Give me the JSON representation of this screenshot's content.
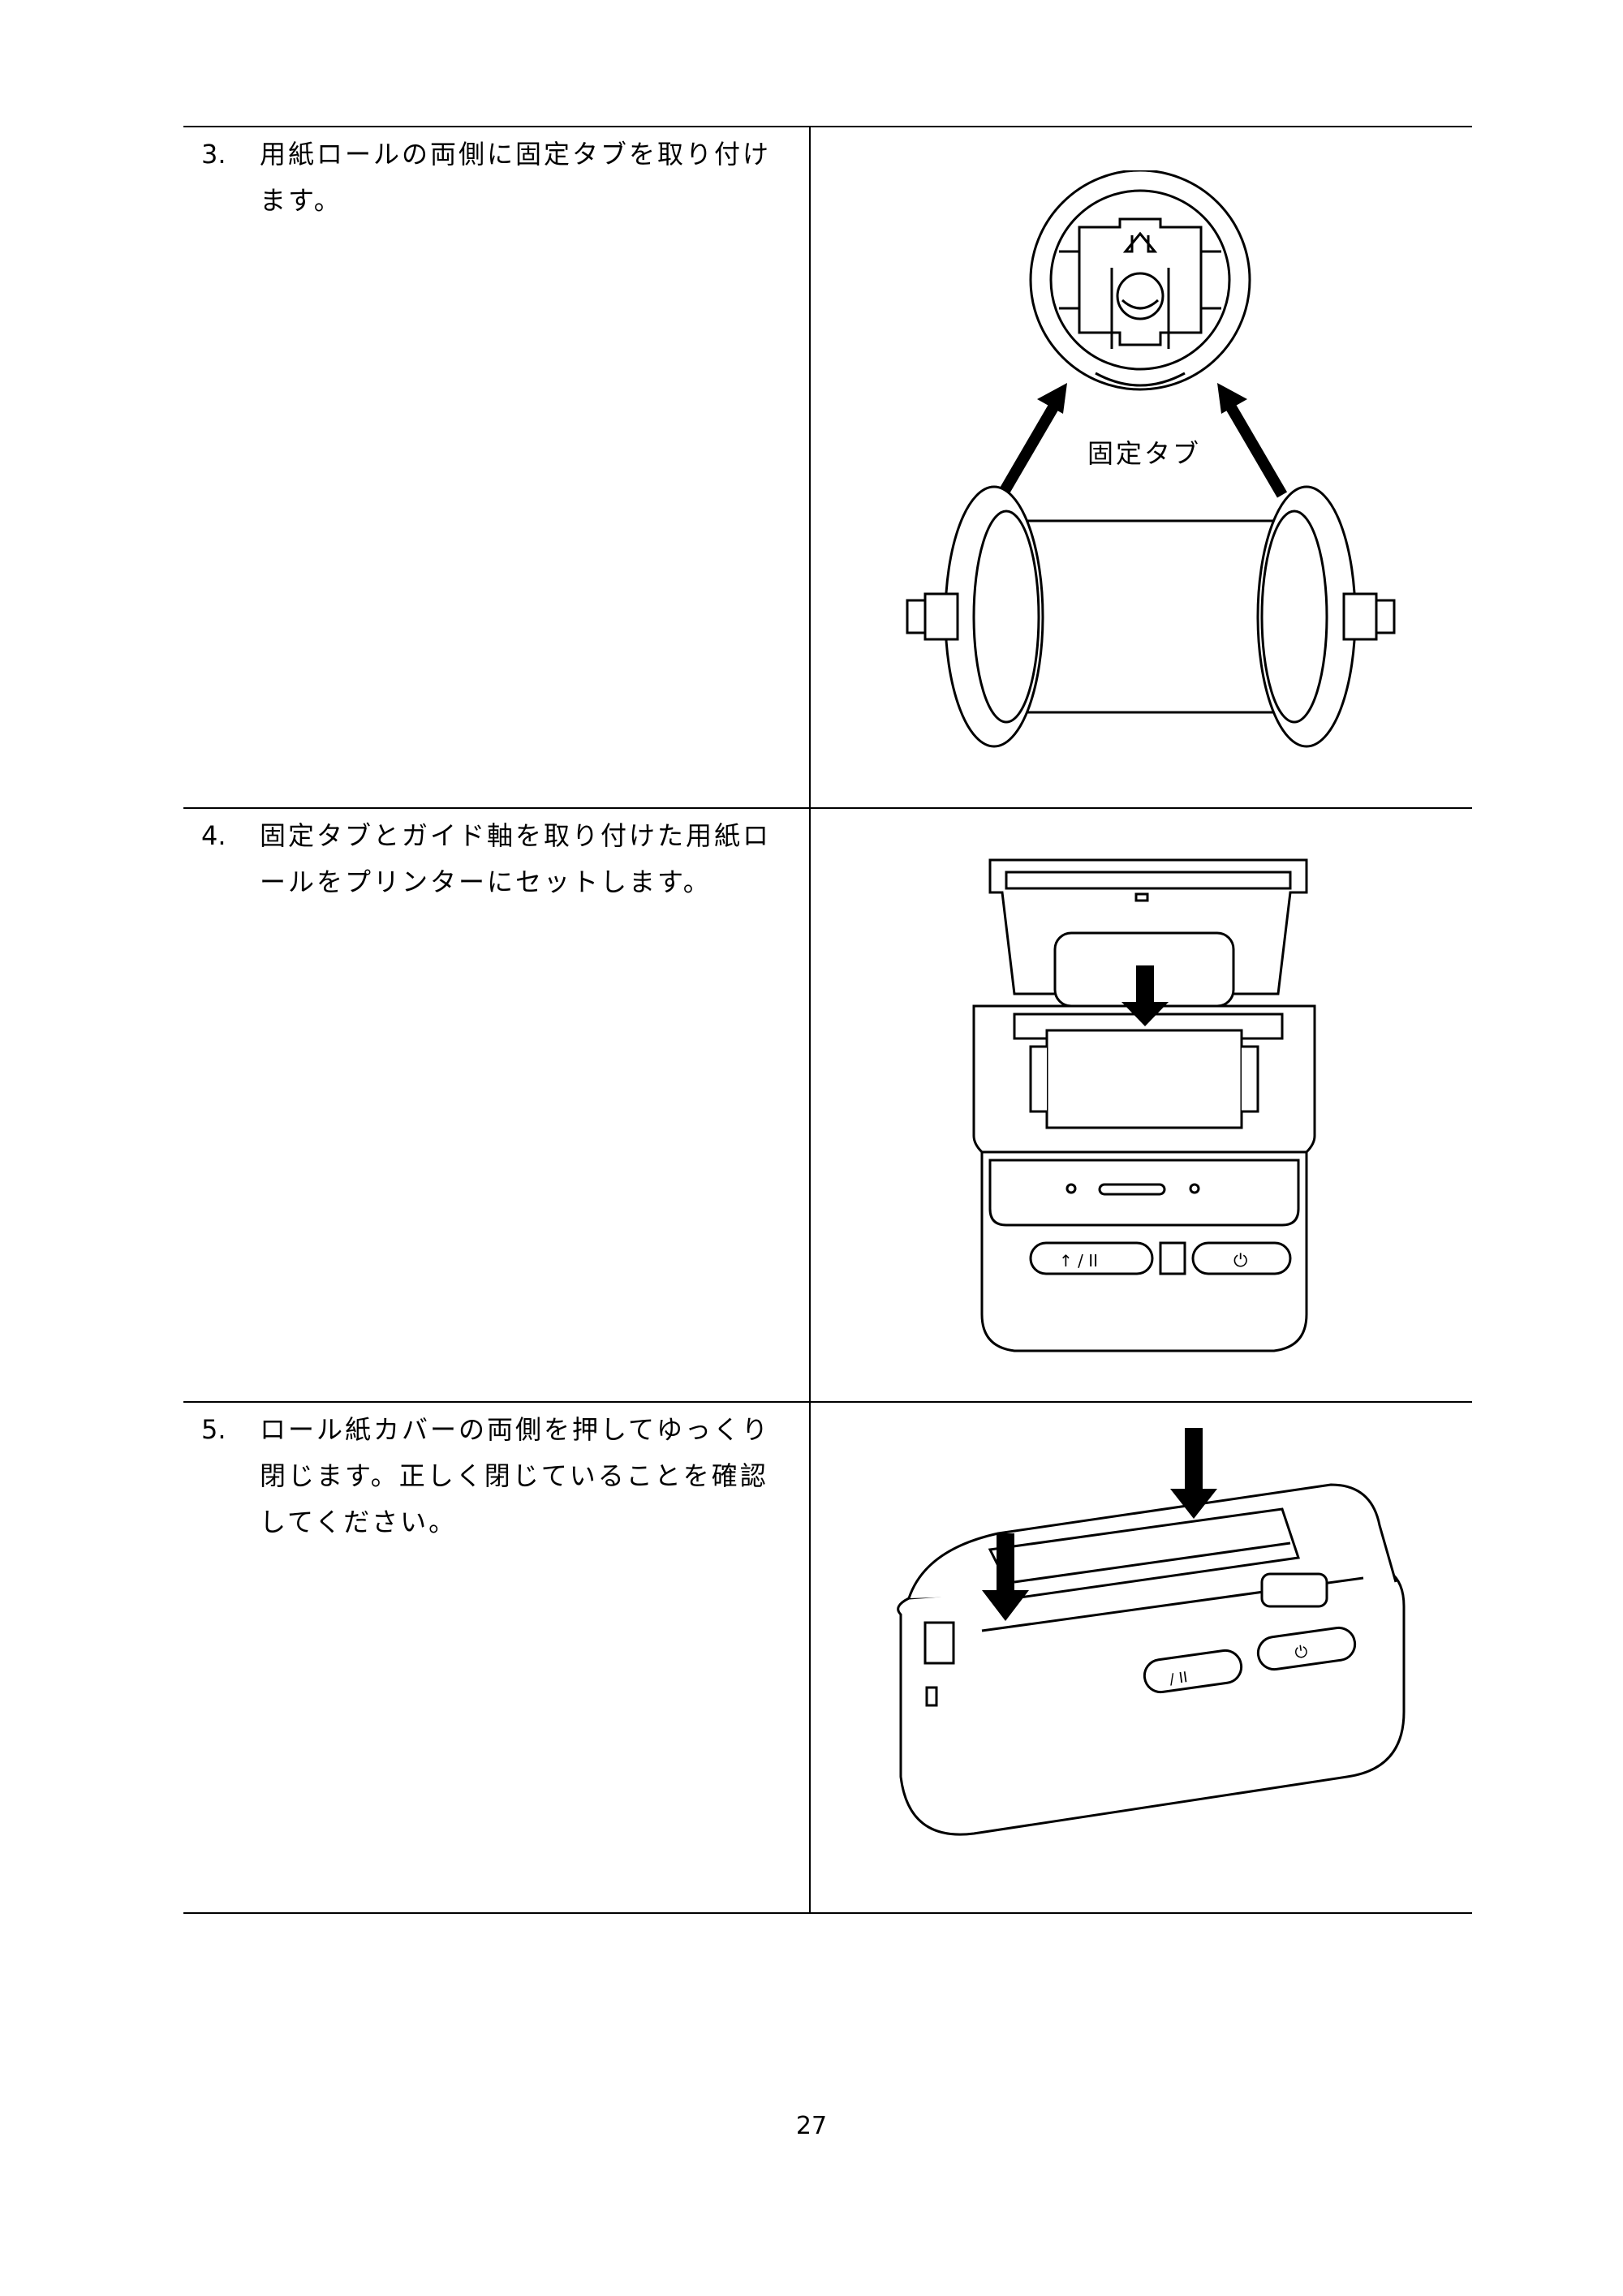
{
  "steps": [
    {
      "number": "3.",
      "text": "用紙ロールの両側に固定タブを取り付けます。"
    },
    {
      "number": "4.",
      "text": "固定タブとガイド軸を取り付けた用紙ロールをプリンターにセットします。"
    },
    {
      "number": "5.",
      "text": "ロール紙カバーの両側を押してゆっくり閉じます。正しく閉じていることを確認してください。"
    }
  ],
  "figure1": {
    "callout": "固定タブ"
  },
  "figure2": {
    "button_feed": "↑ / II",
    "icons": [
      "wifi-icon",
      "battery-icon",
      "power-icon",
      "bluetooth-icon"
    ]
  },
  "figure3": {
    "button_feed": "/ II"
  },
  "page_number": "27"
}
